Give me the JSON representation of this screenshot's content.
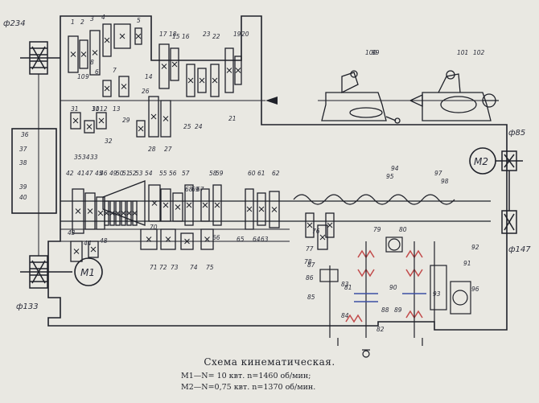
{
  "caption": {
    "title": "Схема кинематическая.",
    "motor1": "M1—N= 10 квт. n=1460 об/мин;",
    "motor2": "M2—N=0,75 квт. n=1370 об/мин."
  },
  "motors": [
    {
      "label": "M1"
    },
    {
      "label": "M2"
    }
  ],
  "pulley_labels": [
    "ф234",
    "ф133",
    "ф85",
    "ф147"
  ],
  "part_numbers": [
    "1",
    "2",
    "3",
    "4",
    "5",
    "6",
    "7",
    "8",
    "9",
    "10",
    "11",
    "12",
    "13",
    "14",
    "15",
    "16",
    "17",
    "18",
    "19",
    "20",
    "21",
    "22",
    "23",
    "24",
    "25",
    "26",
    "27",
    "28",
    "29",
    "30",
    "31",
    "32",
    "33",
    "34",
    "35",
    "36",
    "37",
    "38",
    "39",
    "40",
    "41",
    "42",
    "43",
    "44",
    "45",
    "46",
    "47",
    "48",
    "49",
    "50",
    "51",
    "52",
    "53",
    "54",
    "55",
    "56",
    "57",
    "58",
    "59",
    "60",
    "61",
    "62",
    "63",
    "64",
    "65",
    "66",
    "67",
    "68",
    "69",
    "70",
    "71",
    "72",
    "73",
    "74",
    "75",
    "76",
    "77",
    "78",
    "79",
    "80",
    "81",
    "82",
    "83",
    "84",
    "85",
    "86",
    "87",
    "88",
    "89",
    "90",
    "91",
    "92",
    "93",
    "94",
    "95",
    "96",
    "97",
    "98",
    "99",
    "100",
    "101",
    "102"
  ],
  "colors": {
    "paper": "#e9e8e2",
    "ink": "#1f2129",
    "gear_red": "#c24a4a",
    "accent_blue": "#3b4fa3"
  }
}
